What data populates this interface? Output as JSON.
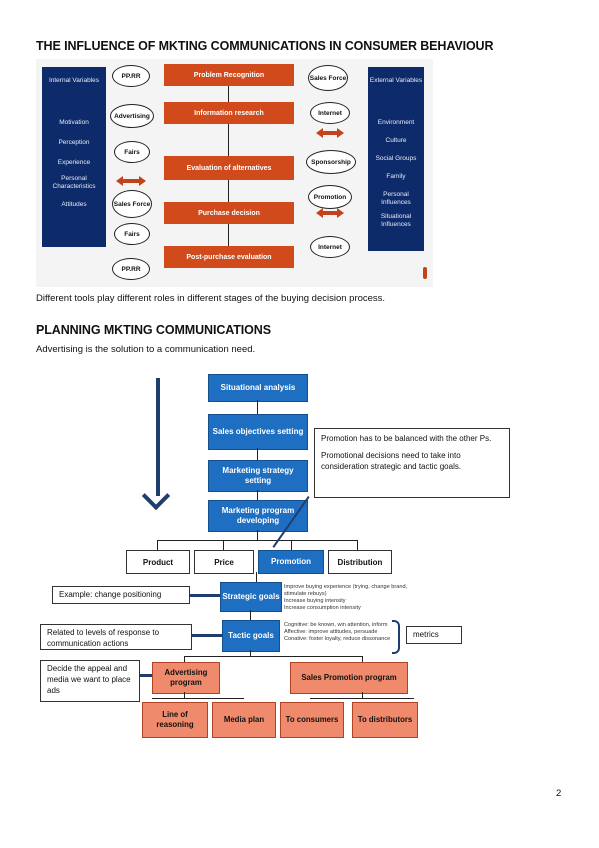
{
  "section1": {
    "heading": "THE INFLUENCE OF MKTING COMMUNICATIONS IN CONSUMER BEHAVIOUR",
    "figure": {
      "internal": {
        "title": "Internal Variables",
        "items": [
          "Motivation",
          "Perception",
          "Experience",
          "Personal Characteristics",
          "Attitudes"
        ]
      },
      "external": {
        "title": "External Variables",
        "items": [
          "Environment",
          "Culture",
          "Social Groups",
          "Family",
          "Personal Influences",
          "Situational Influences"
        ]
      },
      "stages": [
        "Problem Recognition",
        "Information research",
        "Evaluation of alternatives",
        "Purchase decision",
        "Post-purchase evaluation"
      ],
      "left_tools": [
        "PP.RR",
        "Advertising",
        "Fairs",
        "Sales Force",
        "Fairs",
        "PP.RR"
      ],
      "right_tools": [
        "Sales Force",
        "Internet",
        "Sponsorship",
        "Promotion",
        "Internet"
      ]
    },
    "caption": "Different tools play different roles in different stages of the buying decision process."
  },
  "section2": {
    "heading": "PLANNING MKTING COMMUNICATIONS",
    "intro": "Advertising is the solution to a communication need.",
    "figure": {
      "steps": [
        "Situational analysis",
        "Sales objectives setting",
        "Marketing strategy setting",
        "Marketing program developing"
      ],
      "mix": [
        "Product",
        "Price",
        "Promotion",
        "Distribution"
      ],
      "strategic": "Strategic goals",
      "tactic": "Tactic goals",
      "advertising": "Advertising program",
      "sales_promo": "Sales Promotion program",
      "leaves": [
        "Line of reasoning",
        "Media plan",
        "To consumers",
        "To distributors"
      ],
      "callout_promotion_1": "Promotion has to be balanced with the other Ps.",
      "callout_promotion_2": "Promotional decisions need to take into consideration strategic and tactic goals.",
      "callout_strategic": "Example: change positioning",
      "callout_tactic": "Related to levels of response to communication actions",
      "callout_advertising": "Decide the appeal and media we want to place ads",
      "metrics": "metrics",
      "strategic_notes": [
        "Improve buying experience (trying, change brand, stimulate rebuys)",
        "Increase buying intensity",
        "Increase consumption intensity"
      ],
      "tactic_notes": [
        "Cognitive: be known, win attention, inform",
        "Affective: improve attitudes, persuade",
        "Conative: foster loyalty, reduce dissonance"
      ]
    }
  },
  "page_number": "2",
  "colors": {
    "navy": "#0d2a6b",
    "orange": "#d14a1b",
    "blue": "#1e6fc1",
    "salmon": "#f08a6c"
  }
}
